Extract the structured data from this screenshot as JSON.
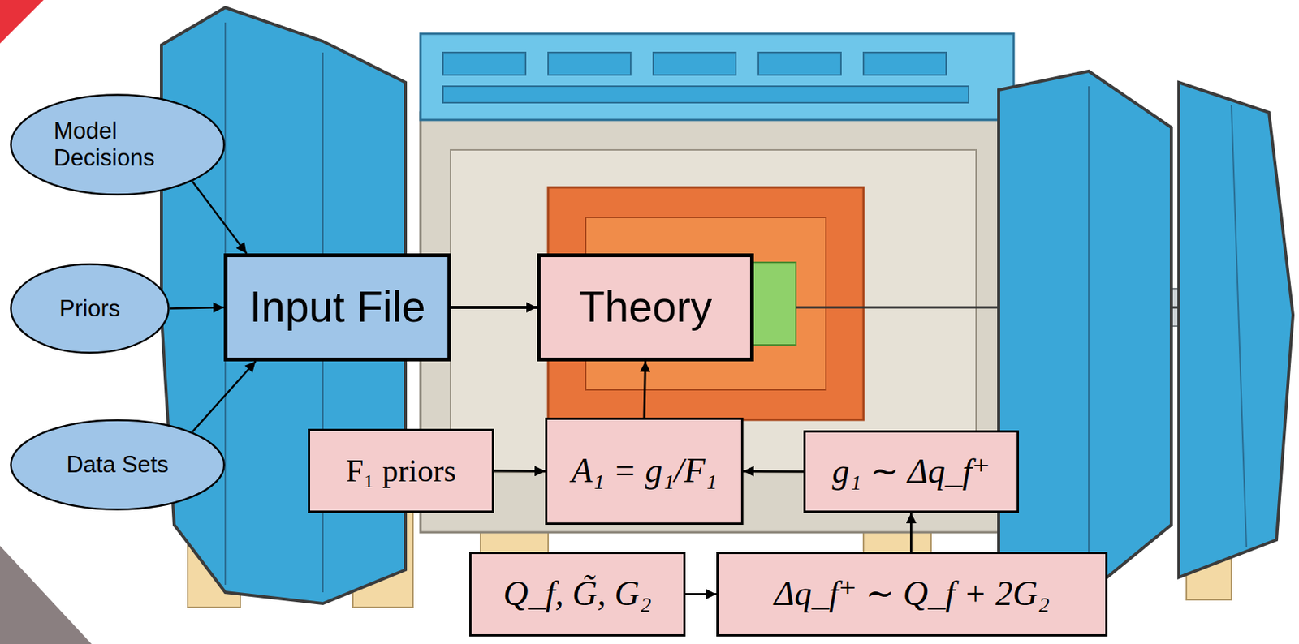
{
  "diagram": {
    "nodes": [
      {
        "text": [
          "Model Decisions"
        ]
      },
      {
        "text": [
          "Priors"
        ]
      },
      {
        "text": [
          "Data Sets"
        ]
      },
      {
        "text": [
          "Input File"
        ]
      },
      {
        "text": [
          "Theory"
        ]
      },
      {
        "text": [
          "F₁ priors"
        ]
      },
      {
        "text": [
          "A₁ = g₁/F₁"
        ]
      },
      {
        "text": [
          "g₁ ∼ Δq_f⁺"
        ]
      },
      {
        "text": [
          "Q_f, G̃, G₂"
        ]
      },
      {
        "text": [
          "Δq_f⁺ ∼ Q_f + 2G₂"
        ]
      }
    ],
    "edges": [
      {
        "from": 0,
        "to": 3,
        "arrow": "to"
      },
      {
        "from": 1,
        "to": 3,
        "arrow": "to"
      },
      {
        "from": 2,
        "to": 3,
        "arrow": "to"
      },
      {
        "from": 3,
        "to": 4,
        "arrow": "to"
      },
      {
        "from": 6,
        "to": 4,
        "arrow": "to"
      },
      {
        "from": 5,
        "to": 6,
        "arrow": "to"
      },
      {
        "from": 7,
        "to": 6,
        "arrow": "to"
      },
      {
        "from": 9,
        "to": 7,
        "arrow": "to"
      },
      {
        "from": 8,
        "to": 9,
        "arrow": "to"
      }
    ]
  }
}
